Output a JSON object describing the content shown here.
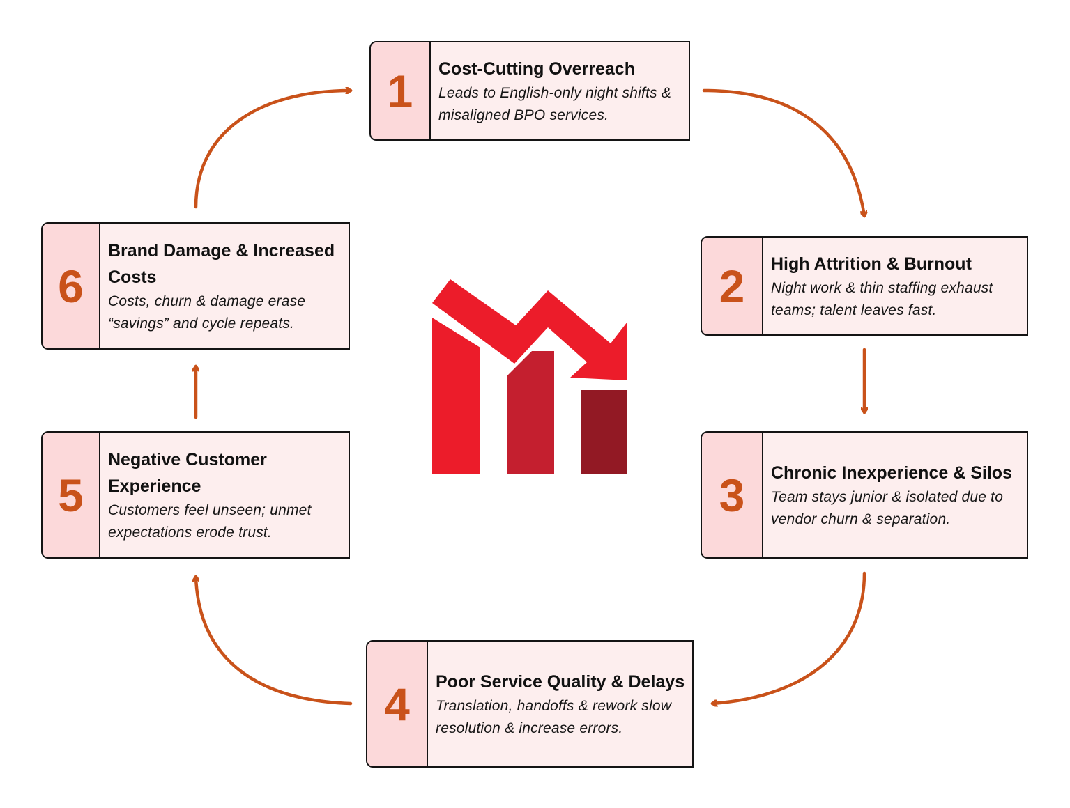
{
  "colors": {
    "arrow": "#c9521a",
    "number": "#c9521a",
    "card_bg": "#fdeeee",
    "number_panel_bg": "#fcd9da",
    "border": "#141414",
    "logo_red": "#ec1c2a",
    "logo_mid": "#c41f2f",
    "logo_dark": "#921924"
  },
  "icons": {
    "center_logo": "declining-bar-chart-with-down-arrow-icon"
  },
  "steps": [
    {
      "number": "1",
      "title": "Cost-Cutting Overreach",
      "description": "Leads to English-only night shifts & misaligned BPO services."
    },
    {
      "number": "2",
      "title": "High Attrition & Burnout",
      "description": "Night work & thin staffing exhaust teams; talent leaves fast."
    },
    {
      "number": "3",
      "title": "Chronic Inexperience & Silos",
      "description": "Team stays junior & isolated due to vendor churn & separation."
    },
    {
      "number": "4",
      "title": "Poor Service Quality & Delays",
      "description": "Translation, handoffs & rework slow resolution & increase errors."
    },
    {
      "number": "5",
      "title": "Negative Customer Experience",
      "description": "Customers feel unseen; unmet expectations erode trust."
    },
    {
      "number": "6",
      "title": "Brand Damage & Increased Costs",
      "description": "Costs, churn & damage erase “savings” and cycle repeats."
    }
  ]
}
